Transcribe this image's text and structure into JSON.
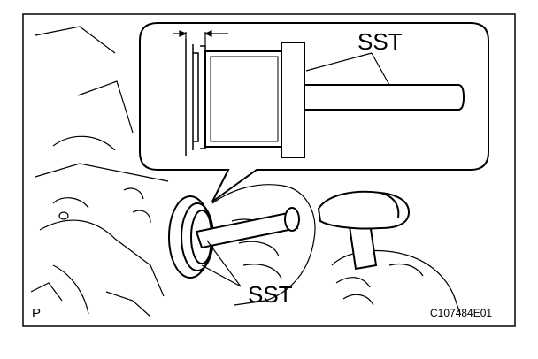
{
  "labels": {
    "sst_top": "SST",
    "sst_bottom": "SST",
    "corner_mark": "P",
    "figure_code": "C107484E01"
  },
  "colors": {
    "line": "#000000",
    "background": "#ffffff"
  }
}
